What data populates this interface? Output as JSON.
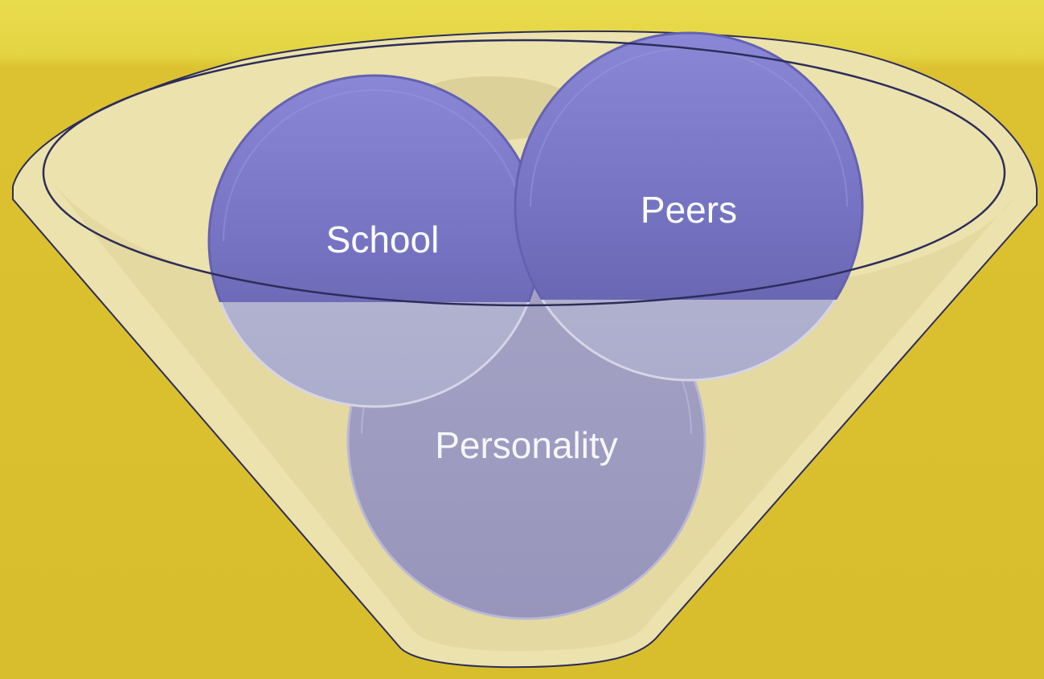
{
  "diagram": {
    "type": "funnel",
    "items": [
      {
        "label": "School"
      },
      {
        "label": "Peers"
      },
      {
        "label": "Personality"
      }
    ]
  },
  "colors": {
    "background_top": "#e9dc4c",
    "background": "#dcc230",
    "funnel_fill": "#e6dca6",
    "funnel_rim": "#efe6b2",
    "funnel_outline": "#2c2d5a",
    "bubble_top": "#8584d2",
    "bubble_mid": "#7370bf",
    "bubble_low": "#5f5ca6",
    "bubble_lower_half": "#b6b6d3",
    "personality_bubble": "#9b99bf",
    "label_dark_bubble": "#ffffff",
    "label_light_bubble": "#f6f6f8"
  }
}
